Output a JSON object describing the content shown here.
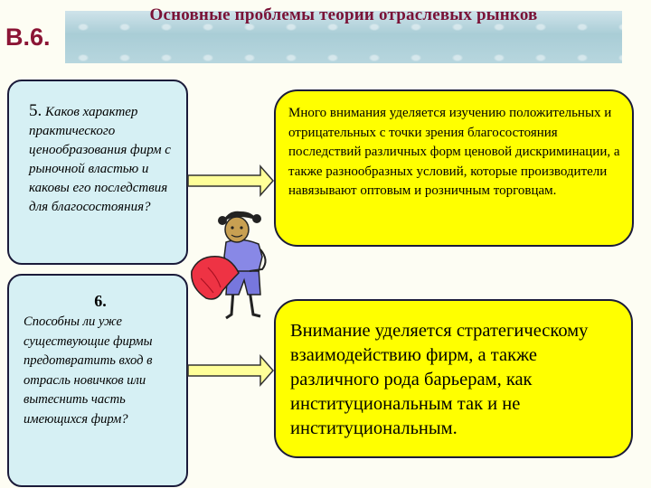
{
  "slide": {
    "number_label": "В.6.",
    "title": "Основные проблемы теории отраслевых рынков"
  },
  "questions": [
    {
      "number": "5.",
      "text": " Каков характер практического ценообразования фирм с рыночной властью и каковы его последствия для благосостояния?"
    },
    {
      "number": "6.",
      "text": "Способны ли уже существующие фирмы предотвратить вход в отрасль новичков или вытеснить часть имеющихся фирм?"
    }
  ],
  "answers": [
    "Много внимания уделяется изучению положительных и отрицательных с точки зрения благосостояния последствий различных форм ценовой дискриминации, а также разнообразных условий, которые производители навязывают оптовым и розничным торговцам.",
    "Внимание уделяется стратегическому взаимодействию фирм, а также различного рода барьерам, как институциональным так и не институциональным."
  ],
  "colors": {
    "title": "#7a1236",
    "question_box": "#d6f0f4",
    "answer_box": "#ffff00",
    "arrow_fill": "#ffff99"
  },
  "icons": [
    "matador-figure-icon",
    "right-arrow-icon"
  ]
}
